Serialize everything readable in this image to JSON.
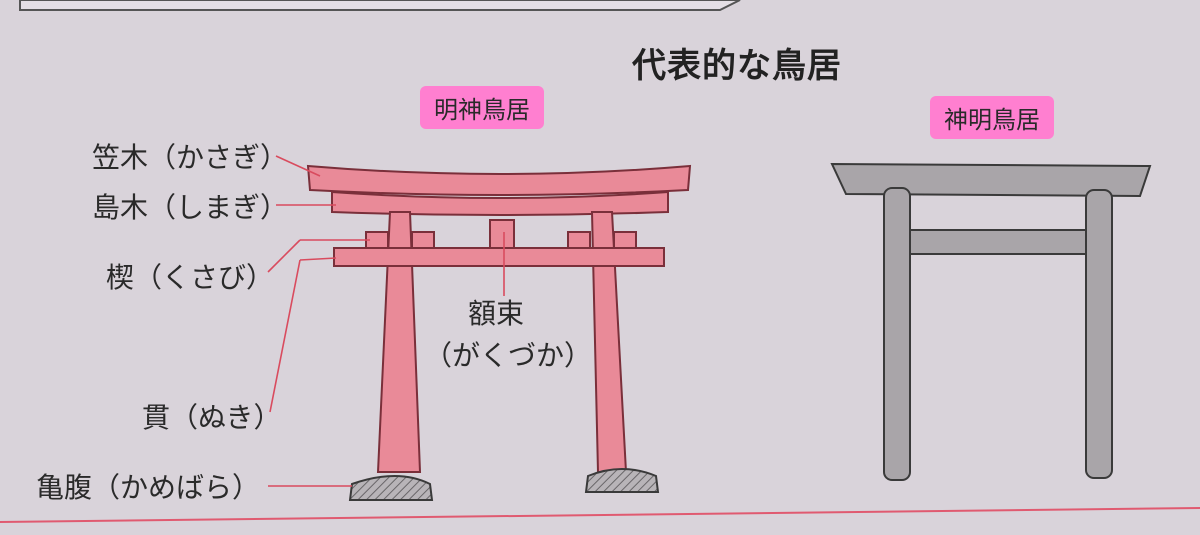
{
  "title": "代表的な鳥居",
  "myojin": {
    "heading": "明神鳥居",
    "labels": {
      "kasagi": "笠木（かさぎ）",
      "shimagi": "島木（しまぎ）",
      "kusabi": "楔（くさび）",
      "nuki": "貫（ぬき）",
      "kamebara": "亀腹（かめばら）",
      "gakuzuka_kanji": "額束",
      "gakuzuka_kana": "（がくづか）"
    }
  },
  "shinmei": {
    "heading": "神明鳥居"
  },
  "colors": {
    "background": "#d9d3da",
    "torii_red": "#e98a98",
    "torii_outline": "#7a2f3a",
    "leader_red": "#d94b5e",
    "shinmei_gray": "#a9a5a9",
    "outline_dark": "#3a3a3a",
    "highlighter_pink": "#ff7fd0",
    "base_gray": "#8f8c8f"
  }
}
